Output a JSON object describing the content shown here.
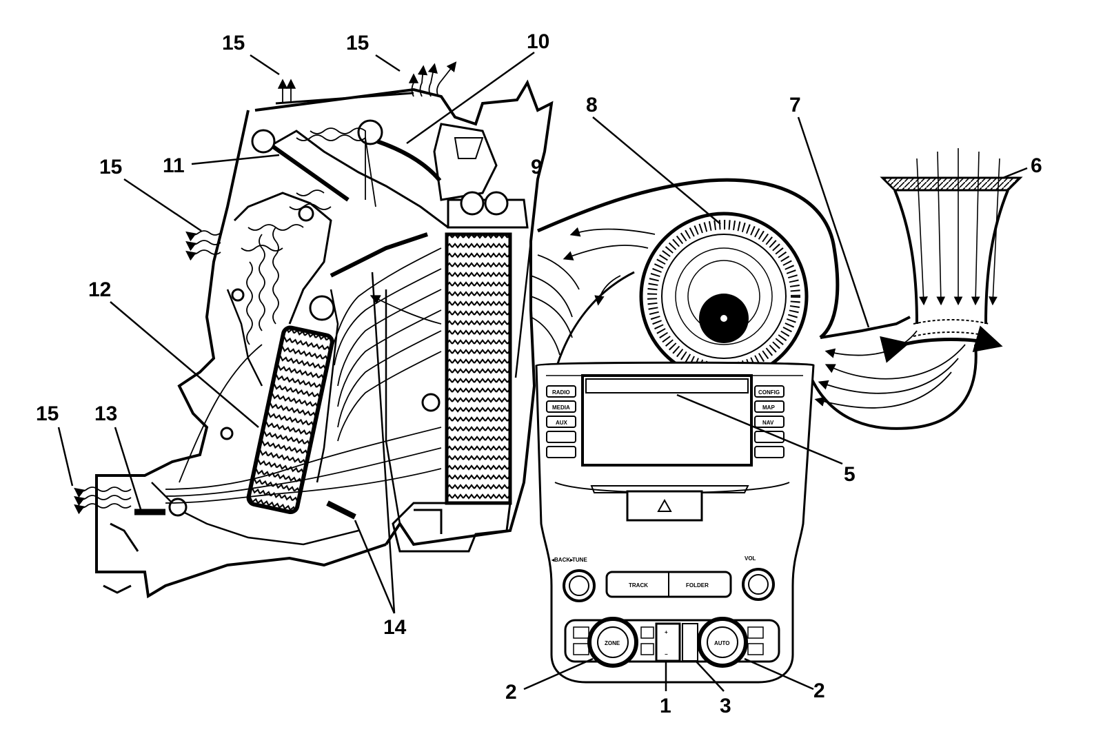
{
  "callouts": {
    "c1": "1",
    "c2a": "2",
    "c2b": "2",
    "c3": "3",
    "c5": "5",
    "c6": "6",
    "c7": "7",
    "c8": "8",
    "c9": "9",
    "c10": "10",
    "c11": "11",
    "c12": "12",
    "c13": "13",
    "c14": "14",
    "c15a": "15",
    "c15b": "15",
    "c15c": "15",
    "c15d": "15"
  },
  "radio_panel": {
    "left_buttons": [
      "RADIO",
      "MEDIA",
      "AUX",
      "",
      ""
    ],
    "right_buttons": [
      "CONFIG",
      "MAP",
      "NAV",
      "",
      ""
    ],
    "back_label": "◂BACK▸",
    "tune_label": "TUNE",
    "vol_label": "VOL",
    "track_label": "TRACK",
    "folder_label": "FOLDER"
  },
  "climate_panel": {
    "zone_label": "ZONE",
    "auto_label": "AUTO",
    "temp_up": "+",
    "temp_down": "−"
  },
  "icons": [
    "hazard-icon",
    "airflow-arrow-icon",
    "fan-icon",
    "defrost-icon"
  ]
}
